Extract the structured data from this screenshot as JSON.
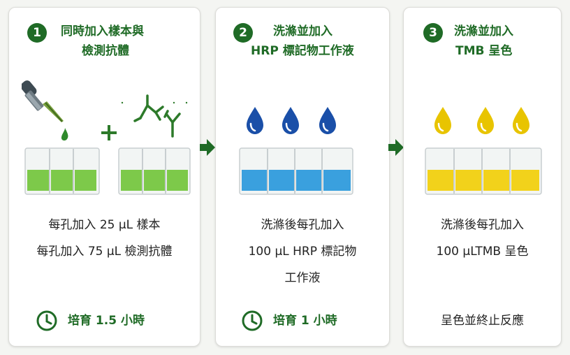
{
  "colors": {
    "accent_green": "#1f6b26",
    "sample_green": "#7dc94a",
    "reagent_blue": "#3aa0de",
    "drop_blue": "#1a4fa8",
    "substrate_yellow": "#f2d21b",
    "drop_yellow": "#e8c400"
  },
  "steps": [
    {
      "number": "1",
      "title_lines": [
        "同時加入樣本與",
        "檢測抗體"
      ],
      "icons": [
        "dropper-icon",
        "plus-icon",
        "antibody-icon"
      ],
      "body_lines": [
        "每孔加入 25 µL 樣本",
        "每孔加入 75 µL 檢測抗體"
      ],
      "footer": "培育 1.5 小時",
      "footer_icon": "clock-icon"
    },
    {
      "number": "2",
      "title_lines": [
        "洗滌並加入",
        "HRP 標記物工作液"
      ],
      "icons": [
        "blue-drop-icon"
      ],
      "body_lines": [
        "洗滌後每孔加入",
        "100 µL HRP 標記物",
        "工作液"
      ],
      "footer": "培育 1 小時",
      "footer_icon": "clock-icon"
    },
    {
      "number": "3",
      "title_lines": [
        "洗滌並加入",
        "TMB 呈色"
      ],
      "icons": [
        "yellow-drop-icon"
      ],
      "body_lines": [
        "洗滌後每孔加入",
        "100 µLTMB 呈色"
      ],
      "footer": "呈色並終止反應"
    }
  ]
}
